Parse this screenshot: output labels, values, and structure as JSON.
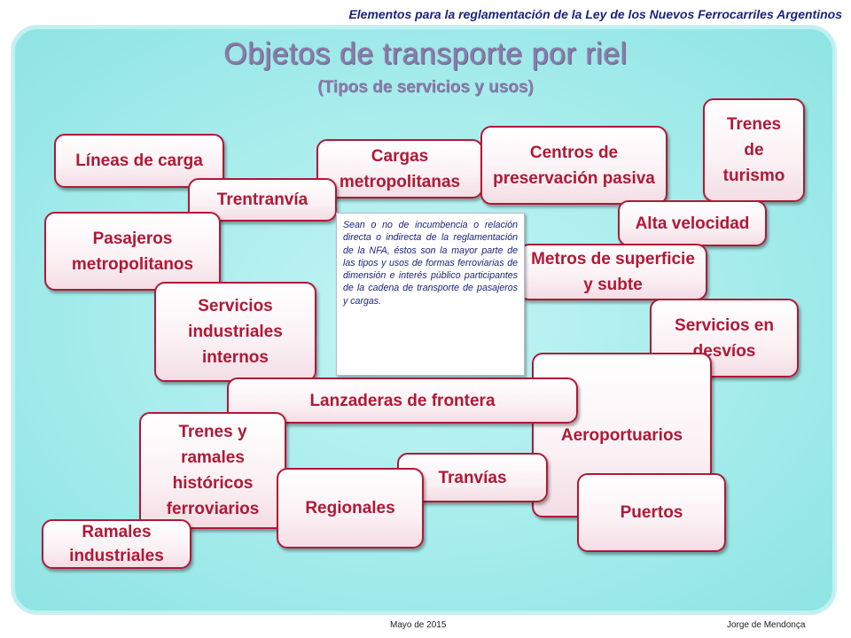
{
  "header": {
    "title": "Elementos para la reglamentación de la Ley de los Nuevos Ferrocarriles Argentinos"
  },
  "slide": {
    "title": "Objetos de transporte por riel",
    "subtitle": "(Tipos de servicios y usos)"
  },
  "boxes": {
    "lineas_carga": "Líneas de carga",
    "trentranvia": "Trentranvía",
    "cargas_metropolitanas": "Cargas metropolitanas",
    "centros_preservacion": "Centros de preservación pasiva",
    "trenes_turismo": "Trenes de turismo",
    "alta_velocidad": "Alta velocidad",
    "pasajeros_metropolitanos": "Pasajeros metropolitanos",
    "metros": "Metros de superficie y subte",
    "servicios_industriales": "Servicios industriales internos",
    "servicios_desvios": "Servicios en desvíos",
    "lanzaderas": "Lanzaderas de frontera",
    "aeroportuarios": "Aeroportuarios",
    "trenes_historicos": "Trenes y ramales históricos ferroviarios",
    "tranvias": "Tranvías",
    "regionales": "Regionales",
    "puertos": "Puertos",
    "ramales_industriales": "Ramales industriales"
  },
  "note": "Sean o no de incumbencia o relación directa o indirecta de la reglamentación de la NFA, éstos son la mayor parte de las tipos y usos de formas ferroviarias de dimensión e interés público participantes de la cadena de transporte de pasajeros y cargas.",
  "footer": {
    "date": "Mayo de 2015",
    "author": "Jorge de Mendonça"
  }
}
